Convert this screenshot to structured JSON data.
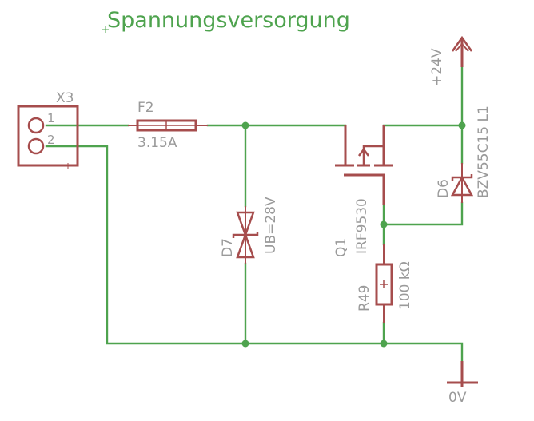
{
  "sheet": {
    "title": "Spannungsversorgung"
  },
  "components": {
    "connector": {
      "name": "X3",
      "pin1": "1",
      "pin2": "2"
    },
    "fuse": {
      "name": "F2",
      "value": "3.15A"
    },
    "tvs_diode": {
      "name": "D7",
      "value": "UB=28V"
    },
    "mosfet": {
      "name": "Q1",
      "value": "IRF9530"
    },
    "resistor": {
      "name": "R49",
      "value": "100 kΩ"
    },
    "zener_diode": {
      "name": "D6",
      "value": "BZV55C15 L1"
    },
    "supply": {
      "label": "+24V"
    },
    "ground": {
      "label": "0V"
    }
  },
  "colors": {
    "wire": "#4ea34e",
    "symbol": "#a64d4d",
    "label": "#9a9a9a",
    "title": "#4ea34e"
  }
}
